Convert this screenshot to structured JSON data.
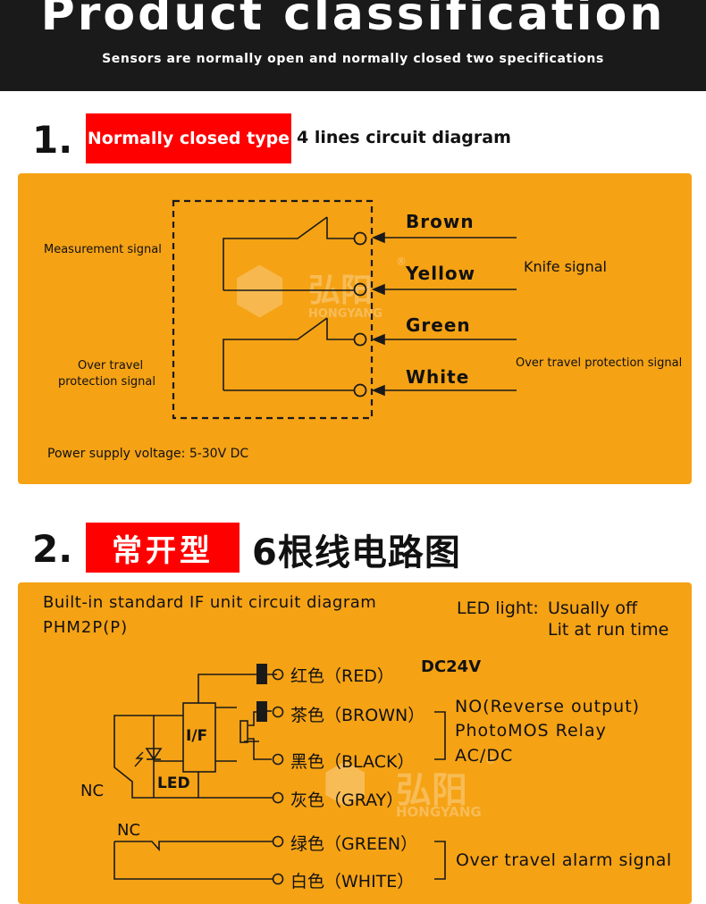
{
  "header": {
    "title": "Product classification",
    "subtitle": "Sensors are normally open and normally closed two specifications"
  },
  "watermark": {
    "cn": "弘阳",
    "en": "HONGYANG",
    "mark": "®"
  },
  "section1": {
    "number": "1.",
    "tag": "Normally closed type",
    "title": "4 lines circuit diagram",
    "measurement_label": "Measurement signal",
    "over_travel_label": [
      "Over travel",
      "protection signal"
    ],
    "wires": [
      "Brown",
      "Yellow",
      "Green",
      "White"
    ],
    "knife_signal": "Knife signal",
    "over_travel_protection": "Over travel protection signal",
    "power_supply": "Power supply voltage: 5-30V DC"
  },
  "section2": {
    "number": "2.",
    "tag": "常开型",
    "title": "6根线电路图",
    "builtin": "Built-in standard IF unit circuit diagram",
    "model": "PHM2P(P)",
    "led_light_label": "LED light:",
    "led_light_values": [
      "Usually off",
      "Lit at run time"
    ],
    "wires": [
      "红色（RED）",
      "茶色（BROWN）",
      "黑色（BLACK）",
      "灰色（GRAY）",
      "绿色（GREEN）",
      "白色（WHITE）"
    ],
    "dc": "DC24V",
    "relay_lines": [
      "NO(Reverse output)",
      "PhotoMOS Relay",
      "AC/DC"
    ],
    "nc_labels": [
      "NC",
      "NC"
    ],
    "if_label": "I/F",
    "led_label": "LED",
    "alarm": "Over travel alarm signal"
  },
  "colors": {
    "panel": "#f5a215",
    "tag": "#ff0000",
    "header": "#1a1a1a"
  }
}
